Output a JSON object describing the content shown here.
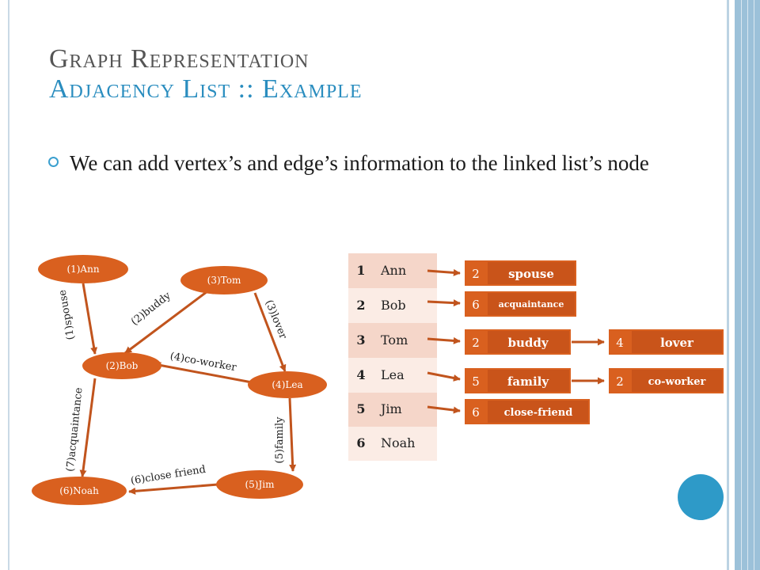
{
  "title": {
    "line1": "Graph Representation",
    "line2": "Adjacency List :: Example"
  },
  "bullet": "We can add vertex’s and edge’s information to the linked list’s node",
  "colors": {
    "node": "#d9601f",
    "table_dark": "#f5d6c9",
    "table_light": "#fbece5",
    "accent": "#2a8dbf"
  },
  "graph": {
    "nodes": [
      {
        "id": "ann",
        "label": "(1)Ann"
      },
      {
        "id": "tom",
        "label": "(3)Tom"
      },
      {
        "id": "bob",
        "label": "(2)Bob"
      },
      {
        "id": "lea",
        "label": "(4)Lea"
      },
      {
        "id": "noah",
        "label": "(6)Noah"
      },
      {
        "id": "jim",
        "label": "(5)Jim"
      }
    ],
    "edges": [
      {
        "from": "ann",
        "to": "bob",
        "label": "(1)spouse"
      },
      {
        "from": "tom",
        "to": "bob",
        "label": "(2)buddy"
      },
      {
        "from": "tom",
        "to": "lea",
        "label": "(3)lover"
      },
      {
        "from": "lea",
        "to": "bob",
        "label": "(4)co-worker"
      },
      {
        "from": "lea",
        "to": "jim",
        "label": "(5)family"
      },
      {
        "from": "jim",
        "to": "noah",
        "label": "(6)close friend"
      },
      {
        "from": "bob",
        "to": "noah",
        "label": "(7)acquaintance"
      }
    ]
  },
  "table": [
    {
      "index": "1",
      "name": "Ann"
    },
    {
      "index": "2",
      "name": "Bob"
    },
    {
      "index": "3",
      "name": "Tom"
    },
    {
      "index": "4",
      "name": "Lea"
    },
    {
      "index": "5",
      "name": "Jim"
    },
    {
      "index": "6",
      "name": "Noah"
    }
  ],
  "lists": [
    [
      {
        "vertex": "2",
        "edge": "spouse"
      }
    ],
    [
      {
        "vertex": "6",
        "edge": "acquaintance"
      }
    ],
    [
      {
        "vertex": "2",
        "edge": "buddy"
      },
      {
        "vertex": "4",
        "edge": "lover"
      }
    ],
    [
      {
        "vertex": "5",
        "edge": "family"
      },
      {
        "vertex": "2",
        "edge": "co-worker"
      }
    ],
    [
      {
        "vertex": "6",
        "edge": "close-friend"
      }
    ]
  ]
}
